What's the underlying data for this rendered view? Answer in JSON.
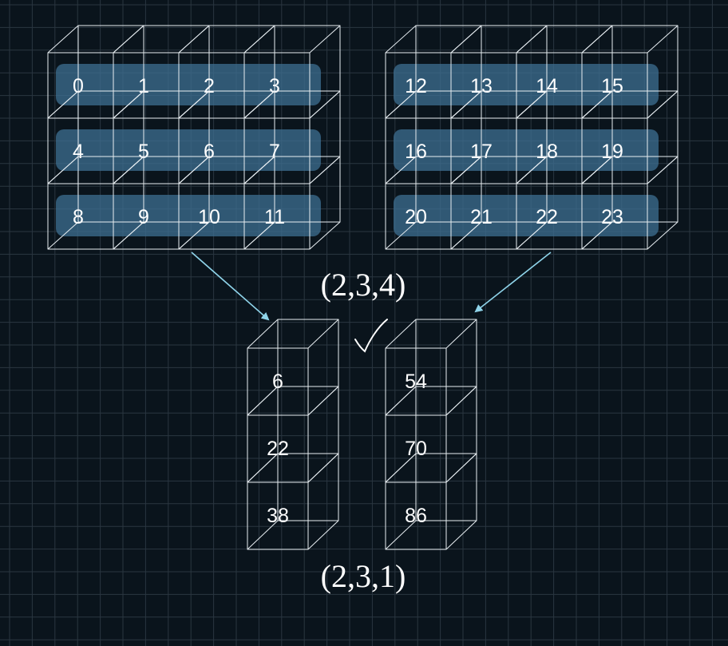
{
  "colors": {
    "background": "#0a141c",
    "grid_line": "#2a3640",
    "cube_edge": "#e8eef2",
    "highlight_fill": "#3d6f91",
    "arrow": "#8fd4ea",
    "text": "#ffffff"
  },
  "input_tensor": {
    "shape_label": "(2,3,4)",
    "blocks": [
      {
        "rows": [
          [
            "0",
            "1",
            "2",
            "3"
          ],
          [
            "4",
            "5",
            "6",
            "7"
          ],
          [
            "8",
            "9",
            "10",
            "11"
          ]
        ]
      },
      {
        "rows": [
          [
            "12",
            "13",
            "14",
            "15"
          ],
          [
            "16",
            "17",
            "18",
            "19"
          ],
          [
            "20",
            "21",
            "22",
            "23"
          ]
        ]
      }
    ]
  },
  "output_tensor": {
    "shape_label": "(2,3,1)",
    "blocks": [
      {
        "values": [
          "6",
          "22",
          "38"
        ]
      },
      {
        "values": [
          "54",
          "70",
          "86"
        ]
      }
    ]
  },
  "check_mark": true
}
